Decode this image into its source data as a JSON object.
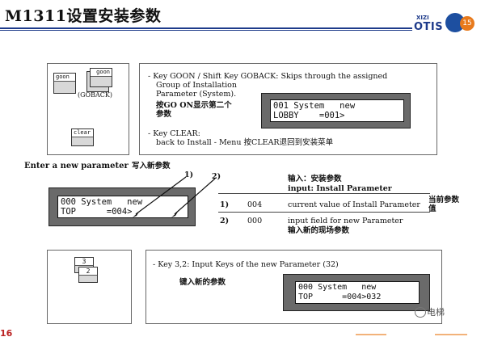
{
  "header": {
    "title": "M1311设置安装参数",
    "logo_xizi": "XIZI",
    "logo_otis": "OTIS",
    "logo_badge": "15"
  },
  "panel1": {
    "key_goon": "goon",
    "key_goback_cap": "goon",
    "goback_label": "(GOBACK)",
    "key_clear": "clear",
    "line1": "- Key GOON / Shift Key GOBACK:  Skips  through  the  assigned",
    "line2": "Group of Installation",
    "line3": "Parameter (System).",
    "cn_note_a": "按GO  ON显示第二个",
    "cn_note_b": "参数",
    "lcd_row1": "001 System   new",
    "lcd_row2": "LOBBY    =001>  ",
    "clear_line1": "- Key CLEAR:",
    "clear_line2": "back to Install - Menu 按CLEAR退回到安装菜单"
  },
  "section2": {
    "heading": "Enter a new parameter",
    "heading_cn": "写入新参数",
    "callout1": "1)",
    "callout2": "2)",
    "lcd_row1": "000 System   new",
    "lcd_row2": "TOP      =004>  ",
    "input_cn": "输入：安装参数",
    "input_en": "input: Install Parameter",
    "rows": [
      {
        "num": "1)",
        "val": "004",
        "desc": "current value of Install Parameter",
        "cn": "当前参数值"
      },
      {
        "num": "2)",
        "val": "000",
        "desc": "input field for new Parameter",
        "cn": "输入新的现场参数"
      }
    ]
  },
  "panel3": {
    "key_top": "3",
    "key_bottom": "2",
    "line1": "- Key 3,2: Input Keys of the new Parameter  (32)",
    "cn_note": "键入新的参数",
    "lcd_row1": "000 System   new",
    "lcd_row2": "TOP      =004>032"
  },
  "footer": {
    "page": "16",
    "watermark": "电梯"
  }
}
